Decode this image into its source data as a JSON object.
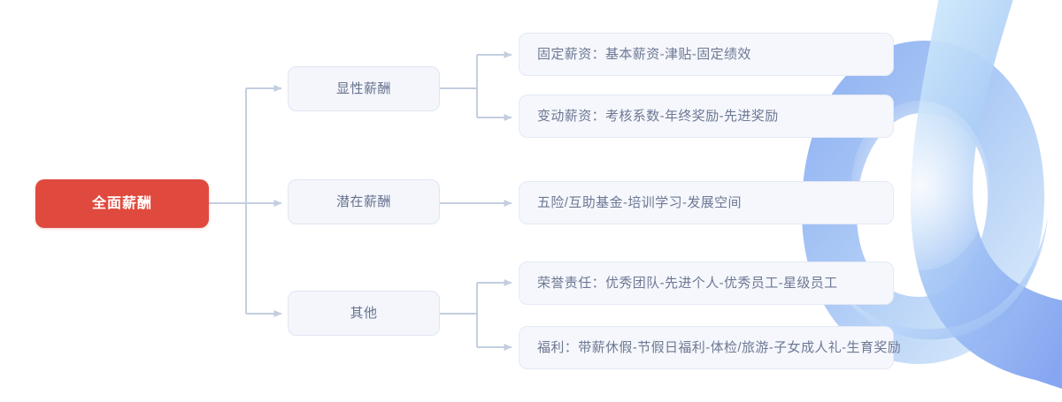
{
  "diagram": {
    "type": "mindmap-tree",
    "orientation": "left-to-right",
    "colors": {
      "root_fill": "#e04a3e",
      "root_text": "#ffffff",
      "branch_fill": "#f4f6fc",
      "branch_border": "#dfe5f3",
      "branch_text": "#66718c",
      "leaf_fill": "#f5f7fc",
      "leaf_border": "#e3e9f6",
      "leaf_text": "#6d7893",
      "connector": "#c3cee0",
      "background": "#ffffff",
      "decor_blue_dark": "#7fa6ee",
      "decor_blue_light": "#d7ecfb"
    },
    "root": {
      "label": "全面薪酬"
    },
    "branches": [
      {
        "label": "显性薪酬",
        "children": [
          {
            "label": "固定薪资：基本薪资-津贴-固定绩效"
          },
          {
            "label": "变动薪资：考核系数-年终奖励-先进奖励"
          }
        ]
      },
      {
        "label": "潜在薪酬",
        "children": [
          {
            "label": "五险/互助基金-培训学习-发展空间"
          }
        ]
      },
      {
        "label": "其他",
        "children": [
          {
            "label": "荣誉责任：优秀团队-先进个人-优秀员工-星级员工"
          },
          {
            "label": "福利：带薪休假-节假日福利-体检/旅游-子女成人礼-生育奖励"
          }
        ]
      }
    ]
  }
}
